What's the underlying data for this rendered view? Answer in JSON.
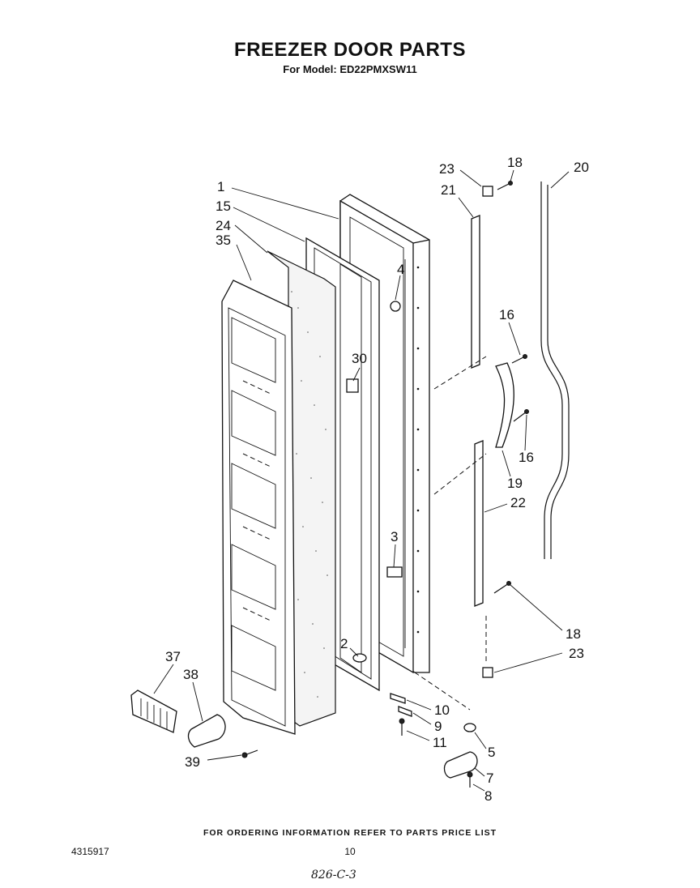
{
  "header": {
    "title": "FREEZER DOOR PARTS",
    "subtitle": "For Model: ED22PMXSW11"
  },
  "callouts": [
    {
      "id": "c1",
      "label": "1"
    },
    {
      "id": "c15",
      "label": "15"
    },
    {
      "id": "c24",
      "label": "24"
    },
    {
      "id": "c35",
      "label": "35"
    },
    {
      "id": "c4",
      "label": "4"
    },
    {
      "id": "c30",
      "label": "30"
    },
    {
      "id": "c3",
      "label": "3"
    },
    {
      "id": "c2",
      "label": "2"
    },
    {
      "id": "c23a",
      "label": "23"
    },
    {
      "id": "c18a",
      "label": "18"
    },
    {
      "id": "c20",
      "label": "20"
    },
    {
      "id": "c21",
      "label": "21"
    },
    {
      "id": "c16a",
      "label": "16"
    },
    {
      "id": "c16b",
      "label": "16"
    },
    {
      "id": "c19",
      "label": "19"
    },
    {
      "id": "c22",
      "label": "22"
    },
    {
      "id": "c18b",
      "label": "18"
    },
    {
      "id": "c23b",
      "label": "23"
    },
    {
      "id": "c10",
      "label": "10"
    },
    {
      "id": "c9",
      "label": "9"
    },
    {
      "id": "c11",
      "label": "11"
    },
    {
      "id": "c5",
      "label": "5"
    },
    {
      "id": "c7",
      "label": "7"
    },
    {
      "id": "c8",
      "label": "8"
    },
    {
      "id": "c37",
      "label": "37"
    },
    {
      "id": "c38",
      "label": "38"
    },
    {
      "id": "c39",
      "label": "39"
    }
  ],
  "footer": {
    "note": "FOR ORDERING INFORMATION REFER TO PARTS PRICE LIST",
    "doc_number": "4315917",
    "page_number": "10",
    "handwritten_mark": "826-C-3"
  }
}
